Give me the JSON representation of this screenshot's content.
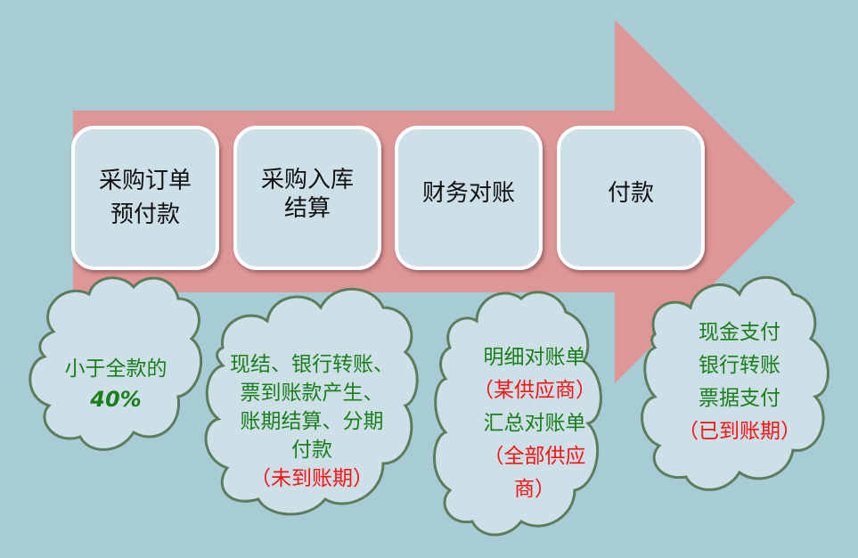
{
  "colors": {
    "background": "#a8ccd6",
    "arrow": "#de9696",
    "box_fill": "#cde0e8",
    "cloud_fill": "#cde0e8",
    "cloud_stroke": "#5a7d5a",
    "green_text": "#1a7f1a",
    "red_text": "#ff1010"
  },
  "steps": [
    {
      "lines": [
        "采购订单",
        "预付款"
      ]
    },
    {
      "lines": [
        "采购入库",
        "结算"
      ]
    },
    {
      "lines": [
        "财务对账"
      ]
    },
    {
      "lines": [
        "付款"
      ]
    }
  ],
  "clouds": [
    {
      "green": [
        "小于全款的"
      ],
      "pct": "40%",
      "red": []
    },
    {
      "green": [
        "现结、银行转账、",
        "票到账款产生、",
        "账期结算、分期",
        "付款"
      ],
      "red": [
        "（未到账期）"
      ]
    },
    {
      "lines": [
        {
          "t": "明细对账单",
          "c": "green"
        },
        {
          "t": "（某供应商）",
          "c": "red"
        },
        {
          "t": "汇总对账单",
          "c": "green"
        },
        {
          "t": "（全部供应",
          "c": "red"
        },
        {
          "t": "商）",
          "c": "red"
        }
      ]
    },
    {
      "green": [
        "现金支付",
        "银行转账",
        "票据支付"
      ],
      "red": [
        "（已到账期）"
      ]
    }
  ]
}
